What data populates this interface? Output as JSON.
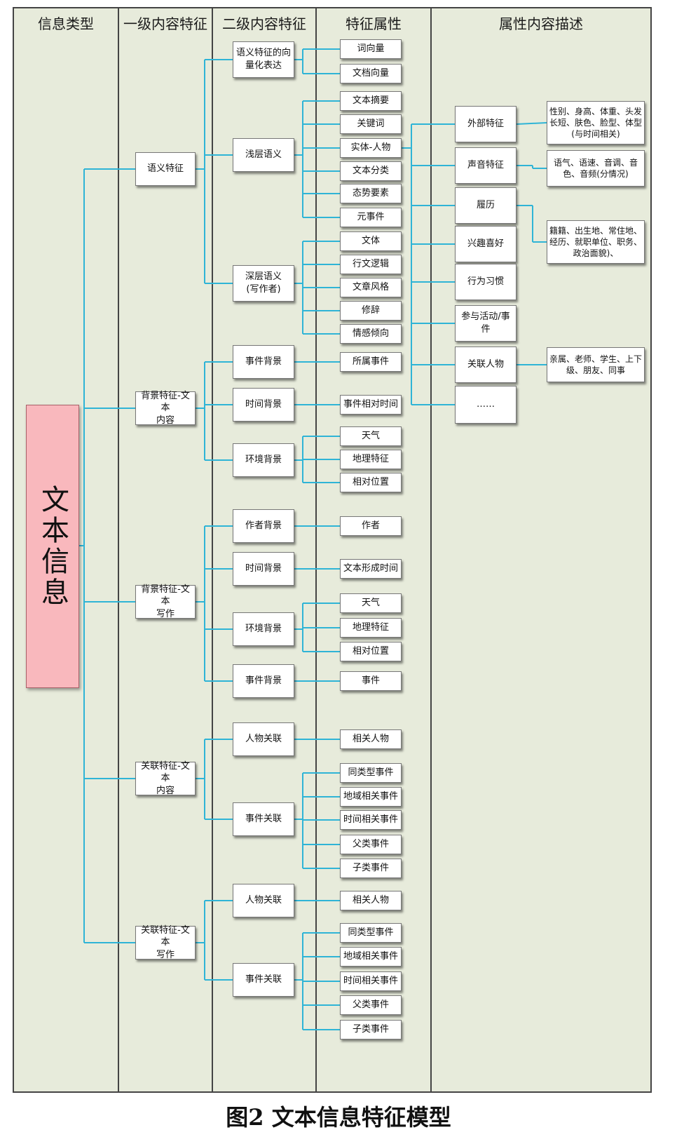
{
  "headers": {
    "c1": "信息类型",
    "c2": "一级内容特征",
    "c3": "二级内容特征",
    "c4": "特征属性",
    "c5": "属性内容描述"
  },
  "root": "文本信息",
  "level1": [
    "语义特征",
    "背景特征-文本\n内容",
    "背景特征-文本\n写作",
    "关联特征-文本\n内容",
    "关联特征-文本\n写作"
  ],
  "level2": [
    "语义特征的向\n量化表达",
    "浅层语义",
    "深层语义\n(写作者)",
    "事件背景",
    "时间背景",
    "环境背景",
    "作者背景",
    "时间背景",
    "环境背景",
    "事件背景",
    "人物关联",
    "事件关联",
    "人物关联",
    "事件关联"
  ],
  "level3": [
    "词向量",
    "文档向量",
    "文本摘要",
    "关键词",
    "实体-人物",
    "文本分类",
    "态势要素",
    "元事件",
    "文体",
    "行文逻辑",
    "文章风格",
    "修辞",
    "情感倾向",
    "所属事件",
    "事件相对时间",
    "天气",
    "地理特征",
    "相对位置",
    "作者",
    "文本形成时间",
    "天气",
    "地理特征",
    "相对位置",
    "事件",
    "相关人物",
    "同类型事件",
    "地域相关事件",
    "时间相关事件",
    "父类事件",
    "子类事件",
    "相关人物",
    "同类型事件",
    "地域相关事件",
    "时间相关事件",
    "父类事件",
    "子类事件"
  ],
  "level4": [
    "外部特征",
    "声音特征",
    "履历",
    "兴趣喜好",
    "行为习惯",
    "参与活动/事件",
    "关联人物",
    "……"
  ],
  "level5": [
    "性别、身高、体重、头发\n长短、肤色、脸型、体型\n(与时间相关)",
    "语气、语速、音调、音\n色、音频(分情况)",
    "籍籍、出生地、常住地、\n经历、就职单位、职务、\n政治面貌)、",
    "亲属、老师、学生、上下\n级、朋友、同事"
  ],
  "caption": "图2   文本信息特征模型"
}
